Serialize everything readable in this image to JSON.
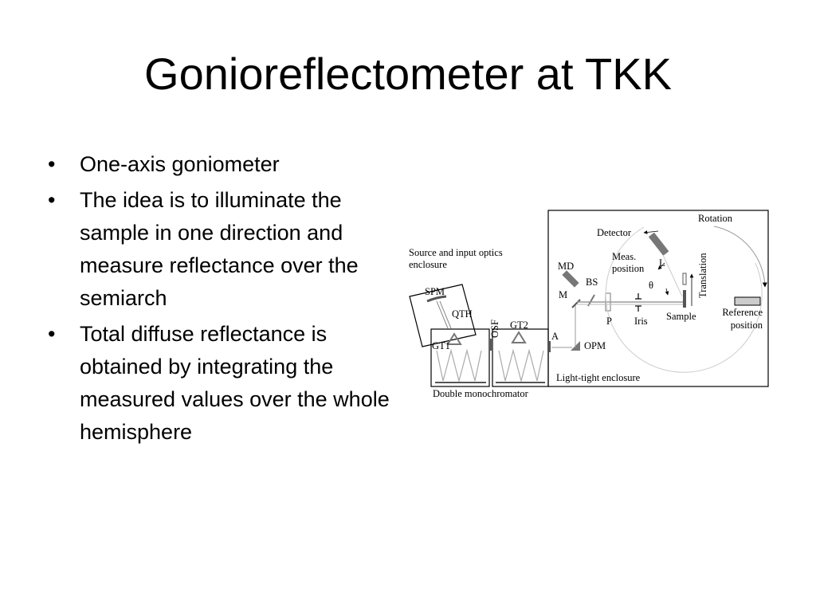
{
  "slide": {
    "title": "Gonioreflectometer at TKK",
    "bullets": [
      {
        "marker": "•",
        "text": "One-axis goniometer"
      },
      {
        "marker": "•",
        "text": "The idea is to illuminate the sample in one direction and measure reflectance over the semiarch"
      },
      {
        "marker": "•",
        "text": "Total diffuse reflectance is obtained by integrating the measured values over the whole hemisphere"
      }
    ]
  },
  "diagram": {
    "labels": {
      "source_enclosure_1": "Source and input optics",
      "source_enclosure_2": "enclosure",
      "spm": "SPM",
      "qth": "QTH",
      "gt1": "GT1",
      "osf": "OSF",
      "gt2": "GT2",
      "a": "A",
      "opm": "OPM",
      "double_mono": "Double monochromator",
      "light_tight": "Light-tight enclosure",
      "md": "MD",
      "bs": "BS",
      "m": "M",
      "p": "P",
      "iris": "Iris",
      "detector": "Detector",
      "meas_pos_1": "Meas.",
      "meas_pos_2": "position",
      "l": "L",
      "theta": "θ",
      "sample": "Sample",
      "translation": "Translation",
      "rotation": "Rotation",
      "reference_1": "Reference",
      "reference_2": "position"
    }
  }
}
